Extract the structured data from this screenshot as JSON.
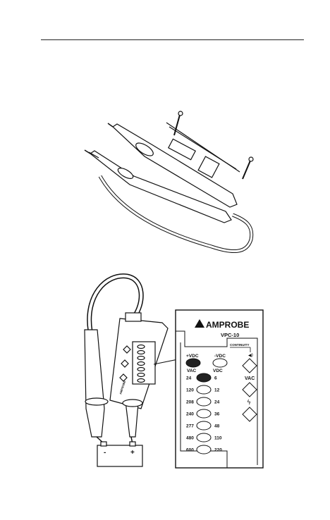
{
  "panel": {
    "brand": "AMPROBE",
    "model": "VPC-10",
    "continuity_label": "CONTINUITY",
    "vac_button_label": "VAC",
    "polarity_pos": "+VDC",
    "polarity_neg": "-VDC",
    "col_vac": "VAC",
    "col_vdc": "VDC",
    "rows": [
      {
        "vac": "24",
        "vdc": "6",
        "vac_lit": true,
        "vdc_lit": true
      },
      {
        "vac": "120",
        "vdc": "12",
        "vac_lit": false,
        "vdc_lit": true
      },
      {
        "vac": "208",
        "vdc": "24",
        "vac_lit": false,
        "vdc_lit": false
      },
      {
        "vac": "240",
        "vdc": "36",
        "vac_lit": false,
        "vdc_lit": false
      },
      {
        "vac": "277",
        "vdc": "48",
        "vac_lit": false,
        "vdc_lit": false
      },
      {
        "vac": "480",
        "vdc": "110",
        "vac_lit": false,
        "vdc_lit": false
      },
      {
        "vac": "600",
        "vdc": "220",
        "vac_lit": false,
        "vdc_lit": false
      }
    ]
  },
  "battery": {
    "neg": "-",
    "pos": "+"
  },
  "tester_body_brand": "AMPROBE"
}
